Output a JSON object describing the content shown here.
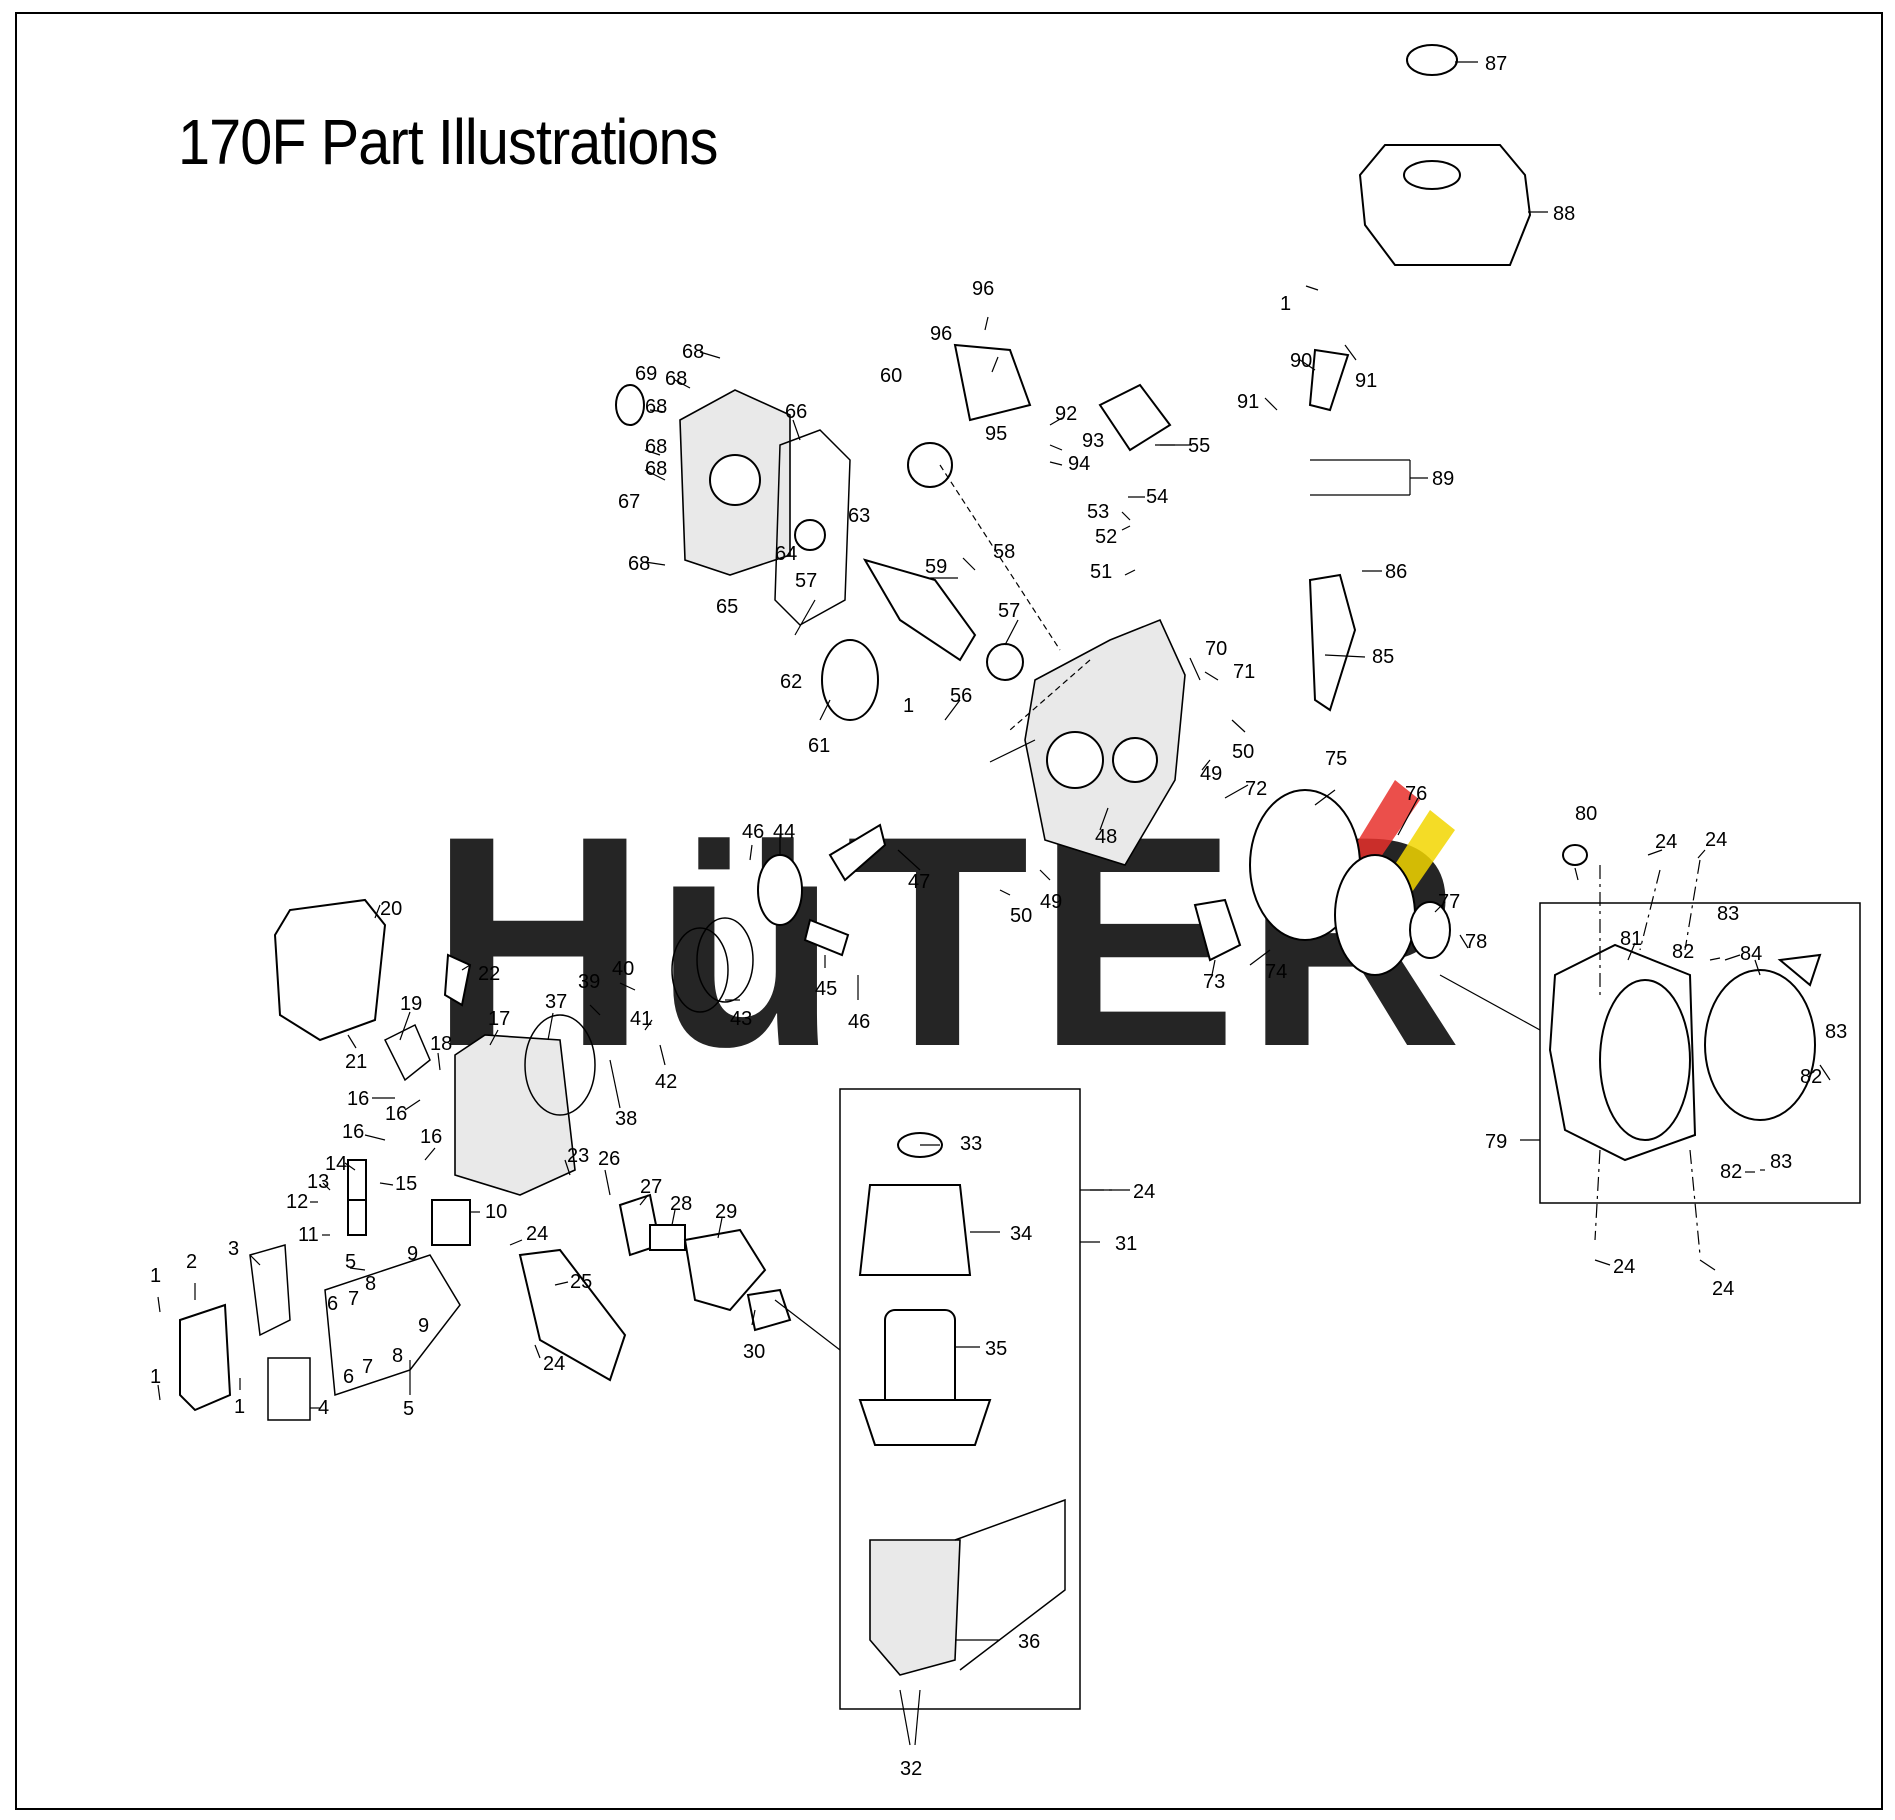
{
  "title": "170F Part Illustrations",
  "watermark": {
    "text": "HüTER",
    "color": "#a9a9a9",
    "accent_colors": [
      "#e8302c",
      "#f2d600"
    ]
  },
  "callouts": {
    "c87": "87",
    "c88": "88",
    "c1a": "1",
    "c90": "90",
    "c91a": "91",
    "c91b": "91",
    "c89": "89",
    "c96a": "96",
    "c96b": "96",
    "c95": "95",
    "c92": "92",
    "c93": "93",
    "c94": "94",
    "c55": "55",
    "c54": "54",
    "c53": "53",
    "c52": "52",
    "c51": "51",
    "c86": "86",
    "c85": "85",
    "c60": "60",
    "c68a": "68",
    "c68b": "68",
    "c68c": "68",
    "c68d": "68",
    "c68e": "68",
    "c68f": "68",
    "c69": "69",
    "c66": "66",
    "c63": "63",
    "c67": "67",
    "c64": "64",
    "c57a": "57",
    "c57b": "57",
    "c59": "59",
    "c58": "58",
    "c65": "65",
    "c62": "62",
    "c61": "61",
    "c56": "56",
    "c1b": "1",
    "c70": "70",
    "c71": "71",
    "c50a": "50",
    "c49a": "49",
    "c72": "72",
    "c75": "75",
    "c76": "76",
    "c77": "77",
    "c78": "78",
    "c73": "73",
    "c74": "74",
    "c48": "48",
    "c49b": "49",
    "c50b": "50",
    "c46a": "46",
    "c44": "44",
    "c47": "47",
    "c45": "45",
    "c46b": "46",
    "c43": "43",
    "c40": "40",
    "c39": "39",
    "c41": "41",
    "c42": "42",
    "c37": "37",
    "c38": "38",
    "c20": "20",
    "c22": "22",
    "c19": "19",
    "c21": "21",
    "c18": "18",
    "c17": "17",
    "c16a": "16",
    "c16b": "16",
    "c16c": "16",
    "c16d": "16",
    "c14": "14",
    "c13": "13",
    "c12": "12",
    "c15": "15",
    "c11": "11",
    "c10": "10",
    "c23": "23",
    "c26": "26",
    "c27": "27",
    "c28": "28",
    "c29": "29",
    "c30": "30",
    "c24a": "24",
    "c25": "25",
    "c24b": "24",
    "c3": "3",
    "c2": "2",
    "c1c": "1",
    "c1d": "1",
    "c1e": "1",
    "c4": "4",
    "c5a": "5",
    "c5b": "5",
    "c6a": "6",
    "c6b": "6",
    "c7a": "7",
    "c7b": "7",
    "c8a": "8",
    "c8b": "8",
    "c9a": "9",
    "c9b": "9",
    "c33": "33",
    "c34": "34",
    "c31": "31",
    "c24c": "24",
    "c35": "35",
    "c36": "36",
    "c32": "32",
    "c80": "80",
    "c24d": "24",
    "c24e": "24",
    "c81": "81",
    "c83a": "83",
    "c82a": "82",
    "c84": "84",
    "c83b": "83",
    "c82b": "82",
    "c79": "79",
    "c82c": "82",
    "c83c": "83",
    "c24f": "24",
    "c24g": "24"
  }
}
